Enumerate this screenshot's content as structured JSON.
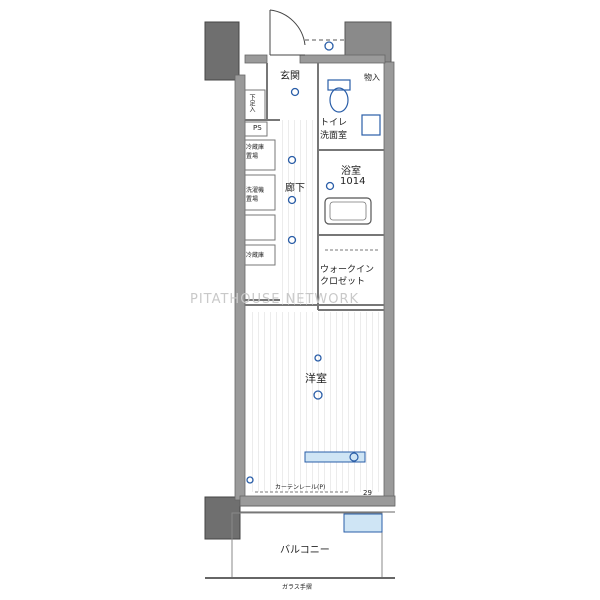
{
  "rooms": {
    "entrance": "玄関",
    "storage_small": "物入",
    "toilet_wash": "トイレ\n洗面室",
    "bath": "浴室",
    "bath_size": "1014",
    "corridor": "廊下",
    "walk_in_closet": "ウォークイン\nクロゼット",
    "western_room": "洋室",
    "balcony": "バルコニー"
  },
  "annotations": {
    "shoe_box": "下足入",
    "ps": "PS",
    "water_heater": "冷蔵庫\n置場",
    "washer": "洗濯機\n置場",
    "fridge": "冷蔵庫",
    "curtain_rail": "カーテンレール(P)",
    "code_29": "29",
    "glass_handrail": "ガラス手摺"
  },
  "watermark": "PITATHOUSE NETWORK",
  "colors": {
    "wall": "#9a9a9a",
    "wall_dark": "#6f6f6f",
    "floor_line": "#c8c8c8",
    "accent": "#2a5ea8",
    "light_blue": "#cfe5f5"
  }
}
